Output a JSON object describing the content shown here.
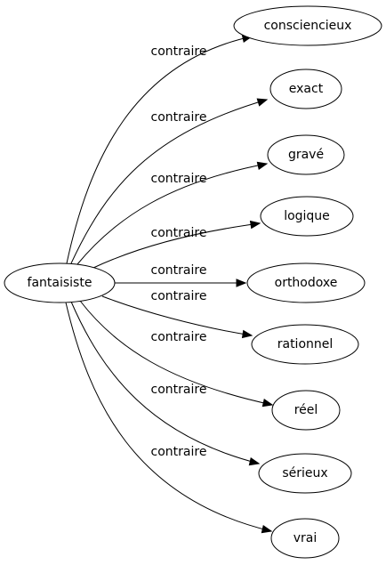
{
  "graph": {
    "source": {
      "id": "fantaisiste",
      "label": "fantaisiste"
    },
    "edges": [
      {
        "relation": "contraire",
        "target": "consciencieux"
      },
      {
        "relation": "contraire",
        "target": "exact"
      },
      {
        "relation": "contraire",
        "target": "gravé"
      },
      {
        "relation": "contraire",
        "target": "logique"
      },
      {
        "relation": "contraire",
        "target": "orthodoxe"
      },
      {
        "relation": "contraire",
        "target": "rationnel"
      },
      {
        "relation": "contraire",
        "target": "réel"
      },
      {
        "relation": "contraire",
        "target": "sérieux"
      },
      {
        "relation": "contraire",
        "target": "vrai"
      }
    ]
  }
}
